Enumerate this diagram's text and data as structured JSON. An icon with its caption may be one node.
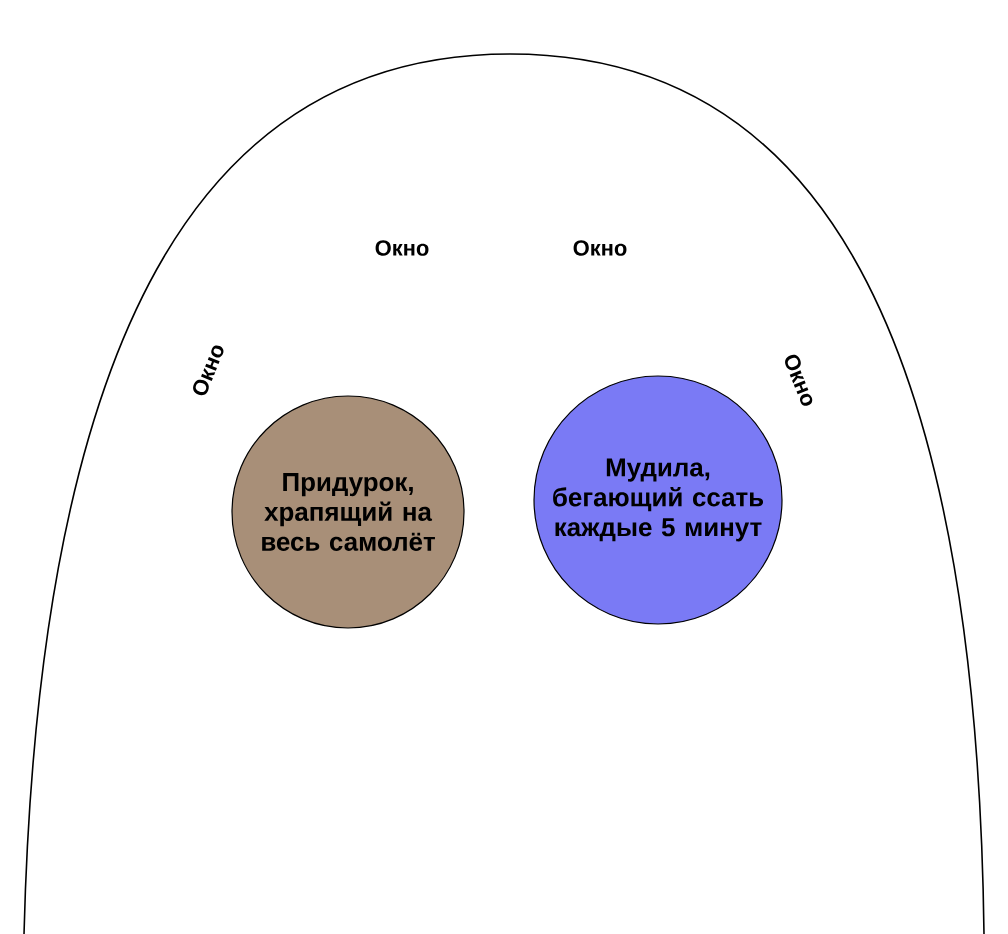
{
  "diagram": {
    "nodes": [
      {
        "text": [
          "Придурок, храпящий на весь самолёт"
        ]
      },
      {
        "text": [
          "Мудила, бегающий ссать каждые 5 минут"
        ]
      }
    ],
    "labels": [
      "Окно",
      "Окно",
      "Окно",
      "Окно"
    ]
  }
}
